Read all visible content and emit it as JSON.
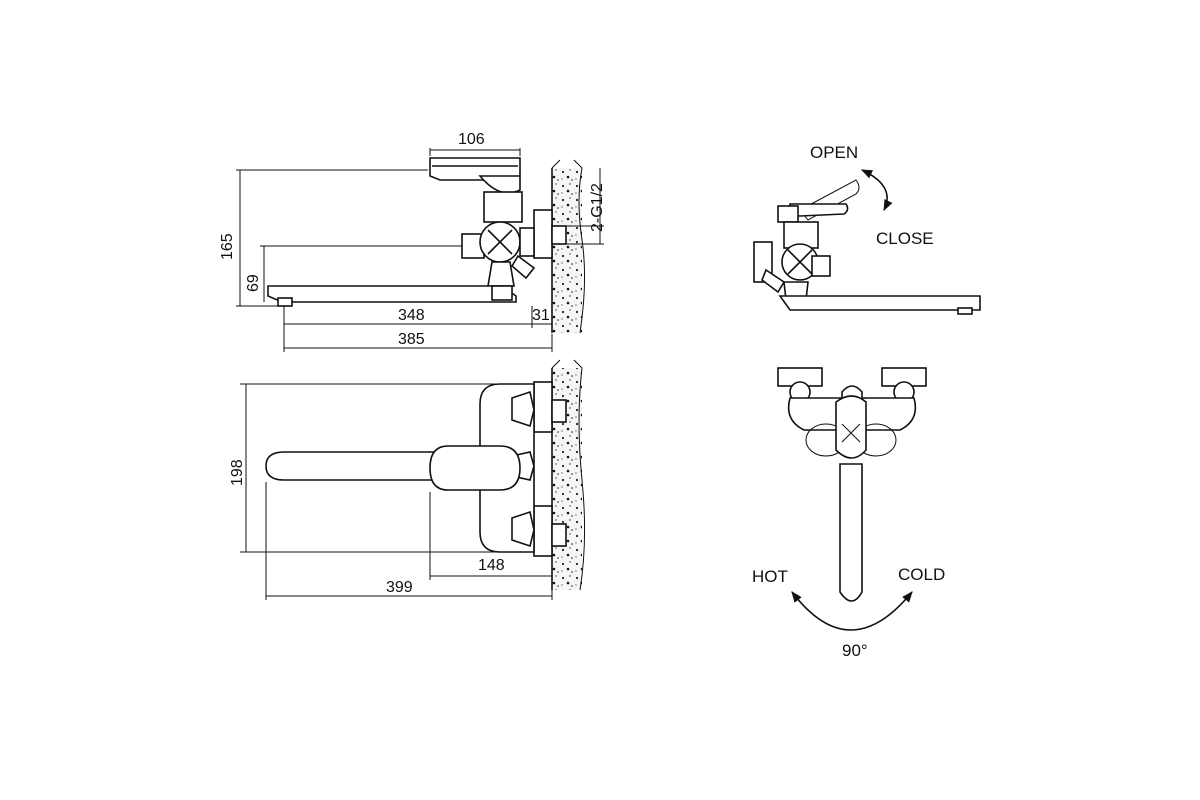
{
  "side_view": {
    "dim_width_top": "106",
    "dim_height_total": "165",
    "dim_height_spout": "69",
    "dim_spout_reach": "348",
    "dim_wall_offset": "31",
    "dim_total_length": "385",
    "thread_label": "2-G1/2"
  },
  "top_view": {
    "dim_depth": "198",
    "dim_body_depth": "148",
    "dim_total_length": "399"
  },
  "lever_view": {
    "open_label": "OPEN",
    "close_label": "CLOSE"
  },
  "rotation_view": {
    "hot_label": "HOT",
    "cold_label": "COLD",
    "angle_label": "90°"
  },
  "colors": {
    "line": "#111111",
    "background": "#ffffff",
    "wall_fill": "#f4f4f4"
  }
}
